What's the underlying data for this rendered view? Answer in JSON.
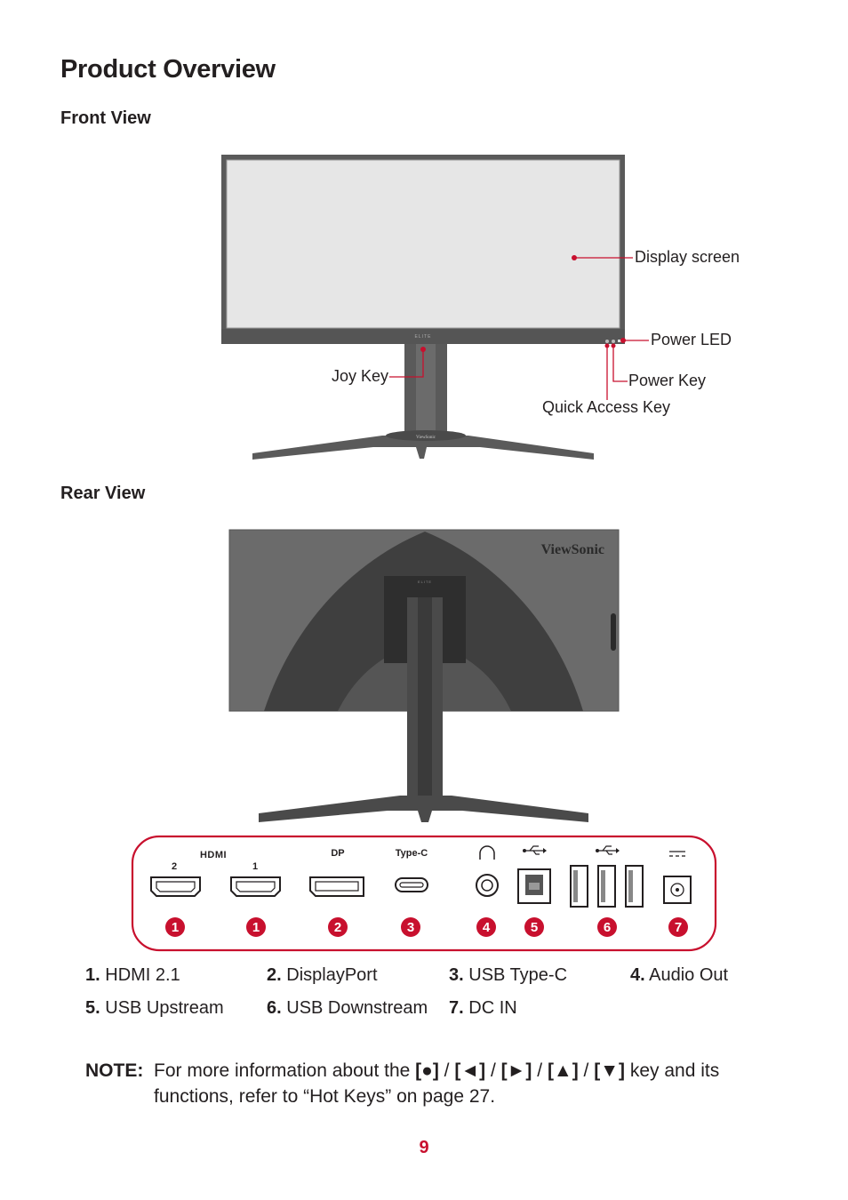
{
  "page_title": "Product Overview",
  "front_view": {
    "heading": "Front View",
    "callouts": {
      "display_screen": "Display screen",
      "power_led": "Power LED",
      "joy_key": "Joy Key",
      "power_key": "Power Key",
      "quick_access_key": "Quick Access Key"
    },
    "bezel_logo": "ELITE",
    "stand_logo": "ViewSonic"
  },
  "rear_view": {
    "heading": "Rear View",
    "brand": "ViewSonic",
    "port_labels": {
      "hdmi": "HDMI",
      "hdmi_2": "2",
      "hdmi_1": "1",
      "dp": "DP",
      "typec": "Type-C"
    },
    "badges": [
      "1",
      "1",
      "2",
      "3",
      "4",
      "5",
      "6",
      "7"
    ]
  },
  "legend": [
    {
      "num": "1.",
      "label": "HDMI 2.1"
    },
    {
      "num": "2.",
      "label": "DisplayPort"
    },
    {
      "num": "3.",
      "label": "USB Type-C"
    },
    {
      "num": "4.",
      "label": "Audio Out"
    },
    {
      "num": "5.",
      "label": "USB Upstream"
    },
    {
      "num": "6.",
      "label": "USB Downstream"
    },
    {
      "num": "7.",
      "label": "DC IN"
    }
  ],
  "note": {
    "label": "NOTE:",
    "text_before": "For more information about the",
    "keys": [
      "[●]",
      "[◄]",
      "[►]",
      "[▲]",
      "[▼]"
    ],
    "separator": " / ",
    "text_after": "key and its functions, refer to “Hot Keys” on page 27."
  },
  "page_number": "9",
  "colors": {
    "accent": "#c8102e",
    "monitor_gray": "#585858",
    "screen": "#e6e6e6"
  }
}
